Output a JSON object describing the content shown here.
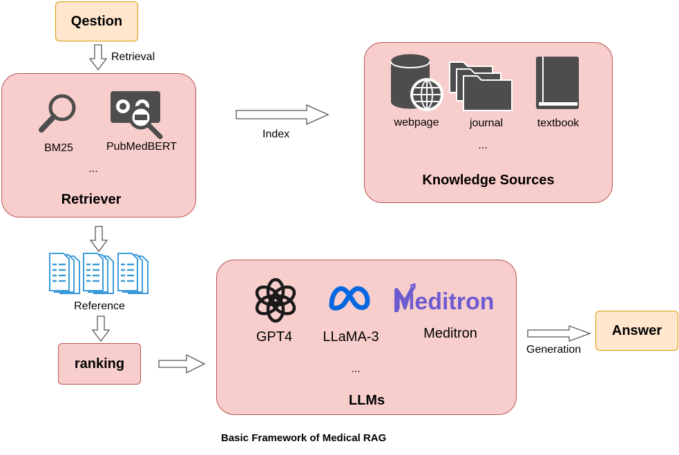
{
  "question": "Qestion",
  "retrieval_label": "Retrieval",
  "retriever": {
    "title": "Retriever",
    "items": [
      "BM25",
      "PubMedBERT"
    ],
    "ellipsis": "..."
  },
  "index_label": "Index",
  "knowledge": {
    "title": "Knowledge Sources",
    "items": [
      "webpage",
      "journal",
      "textbook"
    ],
    "ellipsis": "..."
  },
  "reference_label": "Reference",
  "ranking": "ranking",
  "llms": {
    "title": "LLMs",
    "items": [
      "GPT4",
      "LLaMA-3",
      "Meditron"
    ],
    "meditron_logo_text": "Meditron",
    "ellipsis": "..."
  },
  "generation_label": "Generation",
  "answer": "Answer",
  "caption": "Basic Framework of Medical RAG",
  "colors": {
    "orange_fill": "#ffe6cc",
    "orange_stroke": "#d79b00",
    "pink_fill": "#f8cecc",
    "pink_stroke": "#b85450",
    "icon_dark": "#4d4d4d",
    "doc_blue": "#3a9ad9",
    "meta_blue": "#0668e1",
    "meditron_purple": "#6d5bd0"
  }
}
